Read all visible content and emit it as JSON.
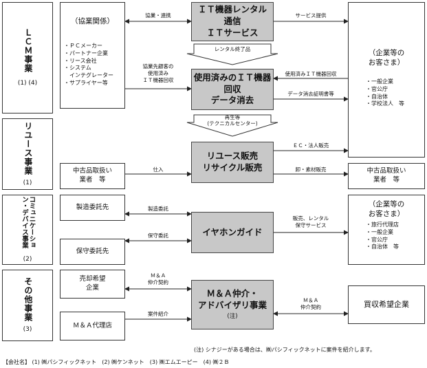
{
  "segments": [
    {
      "name": "ＬＣＭ事業",
      "sub": "(1) (4)"
    },
    {
      "name": "リユース事業",
      "sub": "(1)"
    },
    {
      "name": "コミュニケーション・デバイス事業",
      "sub": "(2)"
    },
    {
      "name": "その他事業",
      "sub": "(3)"
    }
  ],
  "partners": {
    "title": "（協業関係）",
    "items": [
      "・ＰＣメーカー",
      "・パートナー企業",
      "・リース会社",
      "・システム",
      "　インテグレーター",
      "・サプライヤー等"
    ]
  },
  "center": {
    "it_rental": [
      "ＩＴ機器レンタル",
      "通信",
      "ＩＴサービス"
    ],
    "recovery": [
      "使用済みのＩＴ機器",
      "回収",
      "データ消去"
    ],
    "reuse": [
      "リユース販売",
      "リサイクル販売"
    ],
    "earphone": "イヤホンガイド",
    "ma": [
      "Ｍ＆Ａ仲介・",
      "アドバイザリ事業"
    ],
    "ma_note": "(注)",
    "rental_end": "レンタル終了品",
    "regen": [
      "再生等",
      "(テクニカルセンター)"
    ]
  },
  "customers1": {
    "title": [
      "（企業等の",
      "お客さま）"
    ],
    "items": [
      "・一般企業",
      "・官公庁",
      "・自治体",
      "・学校法人　等"
    ]
  },
  "customers2": {
    "title": [
      "（企業等の",
      "お客さま）"
    ],
    "items": [
      "・旅行代理店",
      "・一般企業",
      "・官公庁",
      "・自治体　等"
    ]
  },
  "used_dealer_left": [
    "中古品取扱い",
    "業者　等"
  ],
  "used_dealer_right": [
    "中古品取扱い",
    "業者　等"
  ],
  "manufacturer": "製造委託先",
  "maintenance": "保守委託先",
  "seller": [
    "売却希望",
    "企業"
  ],
  "ma_agent": "Ｍ＆Ａ代理店",
  "buyer": "買収希望企業",
  "labels": {
    "cooperation": "協業・連携",
    "service": "サービス提供",
    "partner_customer": [
      "協業先顧客の",
      "使用済み",
      "ＩＴ機器回収"
    ],
    "used_it_recovery": "使用済みＩＴ機器回収",
    "data_erase_cert": "データ消去証明書等",
    "ec_sales": "ＥＣ・法人販売",
    "purchase": "仕入",
    "wholesale": "卸・素材販売",
    "mfg_consign": "製造委託",
    "maint_consign": "保守委託",
    "sales_rental": [
      "販売、レンタル",
      "保守サービス"
    ],
    "ma_contract_left": [
      "Ｍ＆Ａ",
      "仲介契約"
    ],
    "case_intro": "案件紹介",
    "ma_contract_right": [
      "Ｍ＆Ａ",
      "仲介契約"
    ]
  },
  "footnote": "(注) シナジーがある場合は、㈱パシフィックネットに案件を紹介します。",
  "companies": "【会社名】 (1) ㈱パシフィックネット　(2) ㈱ケンネット　(3) ㈱エムエーピー　(4) ㈱２Ｂ"
}
